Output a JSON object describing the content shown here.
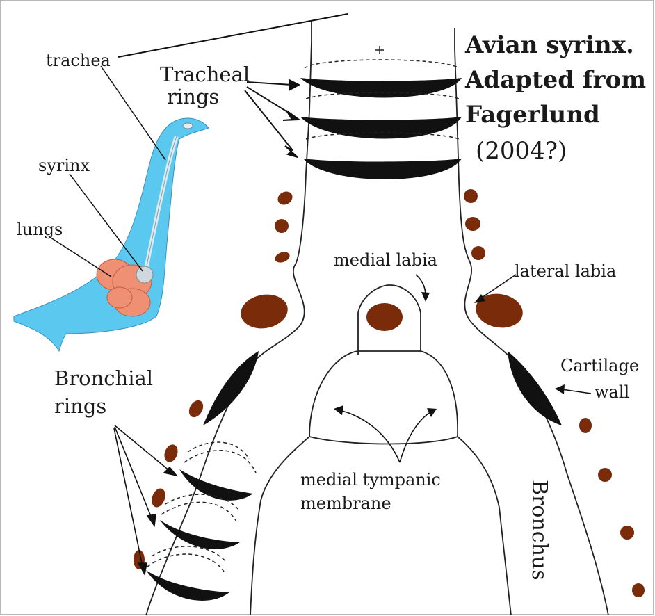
{
  "title_lines": [
    "Avian syrinx.",
    "Adapted from",
    "Fagerlund",
    "(2004?)"
  ],
  "labels": {
    "trachea": "trachea",
    "syrinx": "syrinx",
    "lungs": "lungs",
    "tracheal_rings_1": "Tracheal",
    "tracheal_rings_2": "rings",
    "medial_labia": "medial labia",
    "lateral_labia": "lateral labia",
    "cartilage_wall_1": "Cartilage",
    "cartilage_wall_2": "wall",
    "bronchial_rings_1": "Bronchial",
    "bronchial_rings_2": "rings",
    "medial_tympanic_1": "medial tympanic",
    "medial_tympanic_2": "membrane",
    "bronchus": "Bronchus"
  },
  "colors": {
    "bird_body": "#5bc8f0",
    "lungs": "#ef8f73",
    "muscle": "#7a2b0a",
    "ink": "#111111"
  }
}
